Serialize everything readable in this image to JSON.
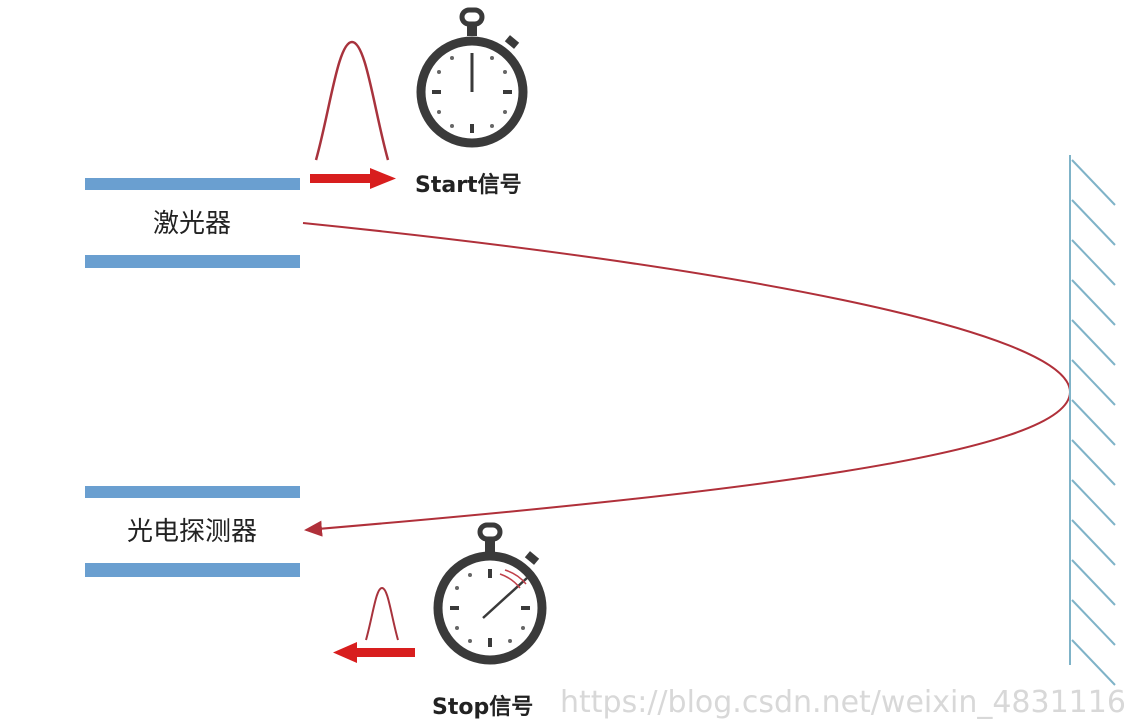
{
  "laser": {
    "label": "激光器"
  },
  "detector": {
    "label": "光电探测器"
  },
  "start_signal": {
    "label": "Start信号"
  },
  "stop_signal": {
    "label": "Stop信号"
  },
  "watermark": "https://blog.csdn.net/weixin_4831116",
  "colors": {
    "box_bar": "#6a9fd0",
    "beam": "#b0303a",
    "arrow": "#d81e1e",
    "stopwatch": "#3a3a3a",
    "mirror": "#7fb3c8"
  },
  "icons": [
    "stopwatch-start-icon",
    "stopwatch-stop-icon",
    "mirror-icon"
  ]
}
